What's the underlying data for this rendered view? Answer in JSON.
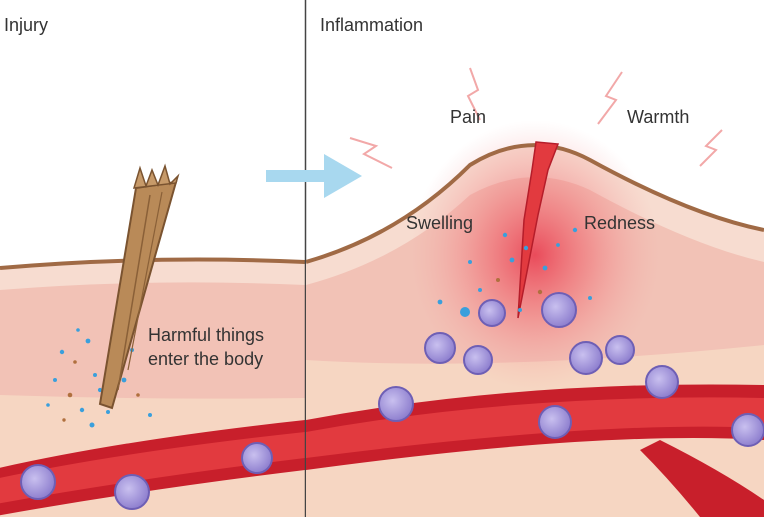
{
  "panels": {
    "left": {
      "title": "Injury"
    },
    "right": {
      "title": "Inflammation"
    }
  },
  "labels": {
    "pain": "Pain",
    "warmth": "Warmth",
    "swelling": "Swelling",
    "redness": "Redness",
    "harmful_line1": "Harmful things",
    "harmful_line2": "enter the body"
  },
  "colors": {
    "skin_outline": "#a06a45",
    "skin_surface": "#f7dcd0",
    "tissue": "#f2c2b6",
    "vessel_wall": "#c81f2b",
    "vessel_lumen": "#e23a3f",
    "cell": "#9b8ed6",
    "inflammation_glow": "#e8364a",
    "particle_blue": "#3a9fdc",
    "particle_brown": "#b0703e",
    "arrow": "#a8d8ef",
    "splinter": "#b98a58",
    "divider": "#444444"
  }
}
